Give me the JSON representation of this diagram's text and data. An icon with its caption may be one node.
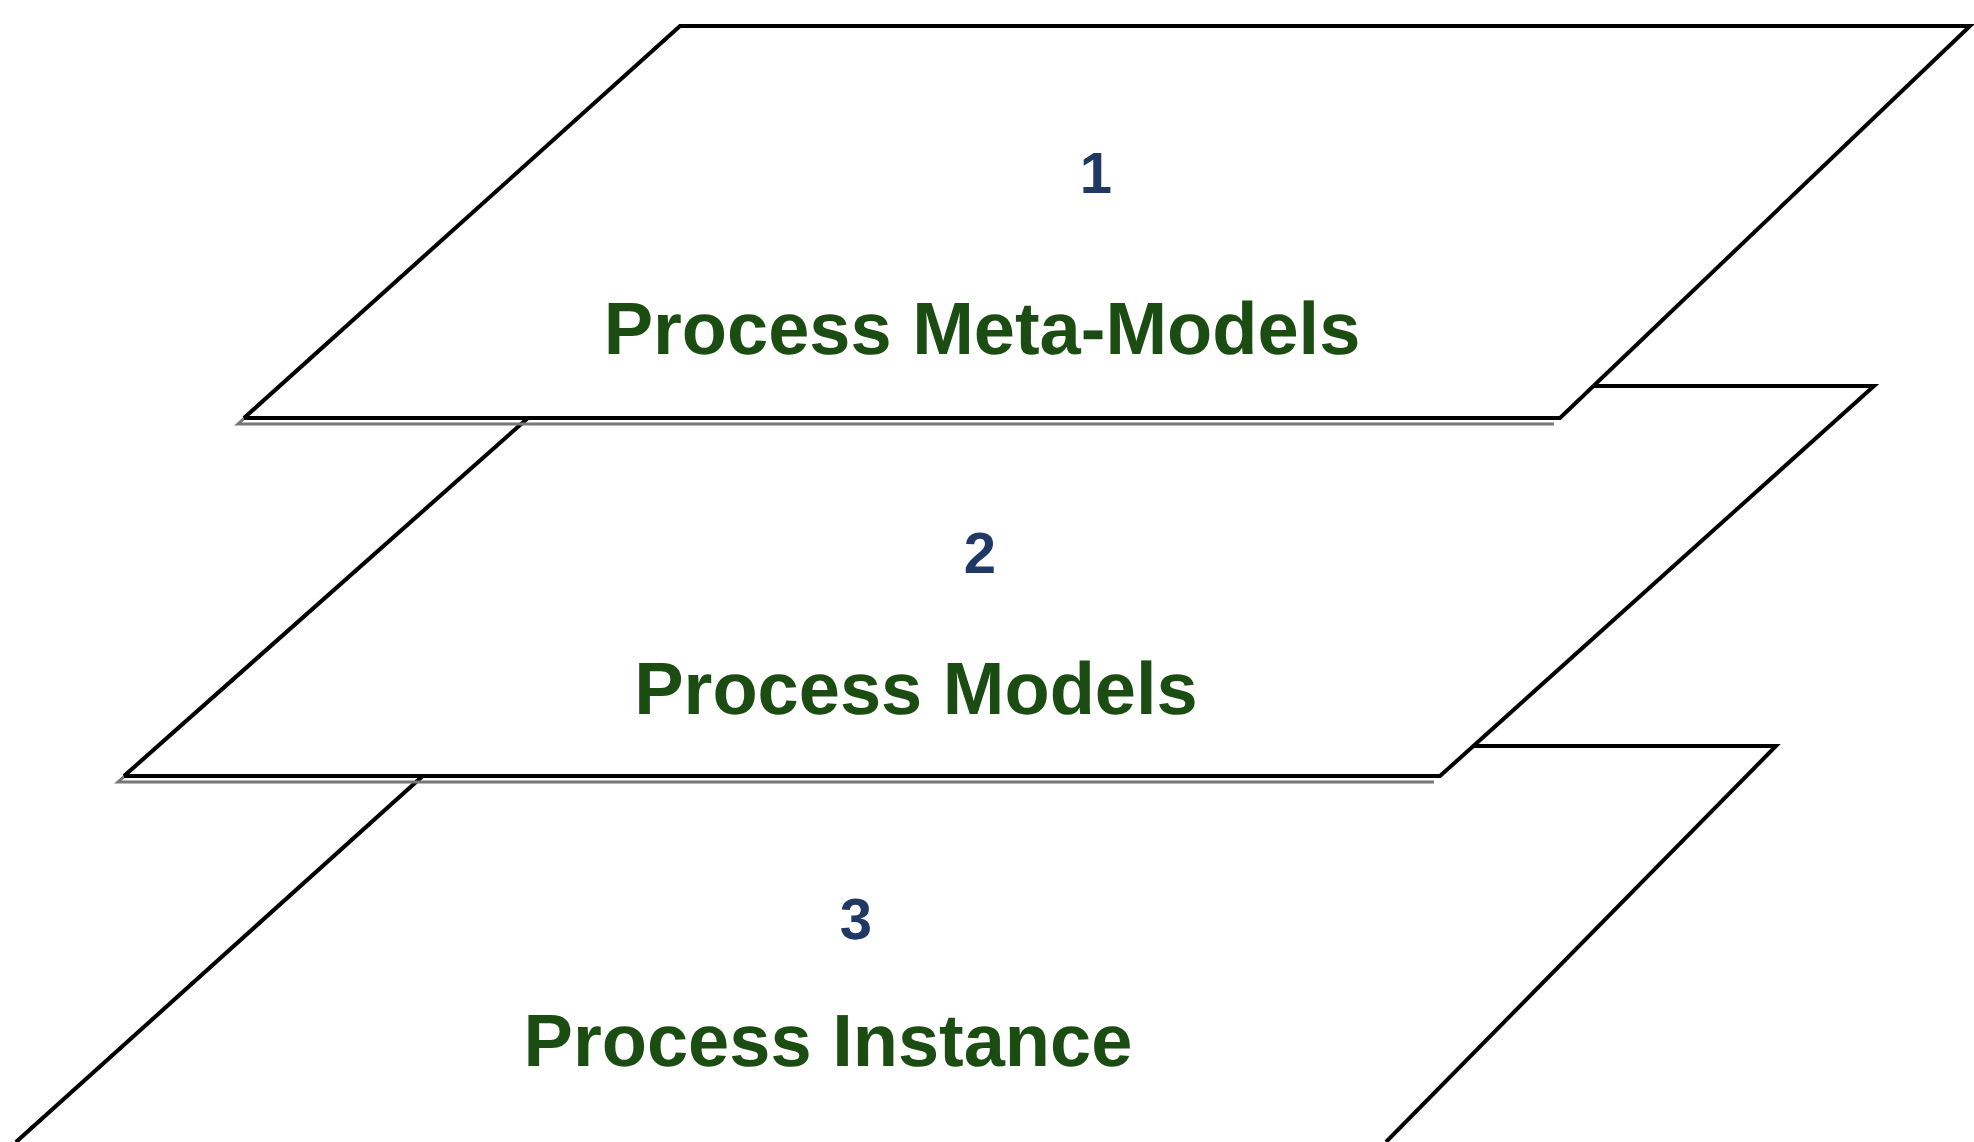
{
  "diagram": {
    "nodes": [
      {
        "text": [
          "1",
          "Process Meta-Models"
        ]
      },
      {
        "text": [
          "2",
          "Process Models"
        ]
      },
      {
        "text": [
          "3",
          "Process Instance"
        ]
      }
    ]
  }
}
